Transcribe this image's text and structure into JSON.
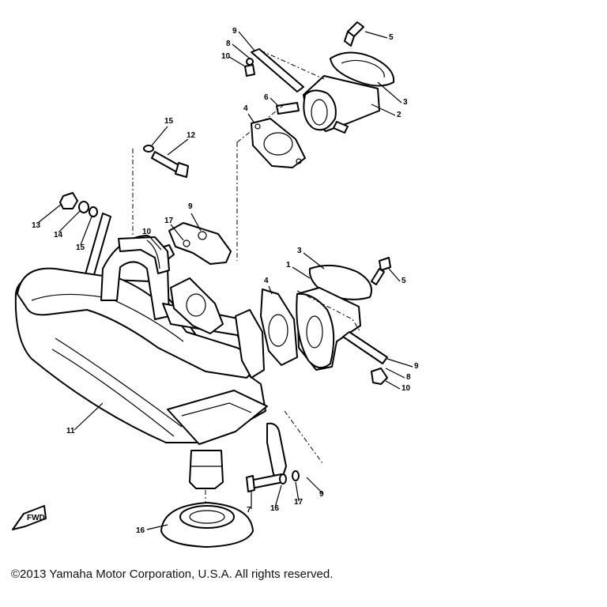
{
  "copyright": "©2013 Yamaha Motor Corporation, U.S.A. All rights reserved.",
  "fwd_label": "FWD",
  "callouts": {
    "c1": "9",
    "c2": "8",
    "c3": "10",
    "c4": "5",
    "c5": "3",
    "c6": "2",
    "c7": "6",
    "c8": "4",
    "c9": "15",
    "c10": "12",
    "c11": "13",
    "c12": "14",
    "c13": "15",
    "c14": "17",
    "c15": "9",
    "c16": "10",
    "c17": "3",
    "c18": "1",
    "c19": "5",
    "c20": "4",
    "c21": "9",
    "c22": "8",
    "c23": "10",
    "c24": "11",
    "c25": "7",
    "c26": "16",
    "c27": "17",
    "c28": "9",
    "c29": "16"
  }
}
